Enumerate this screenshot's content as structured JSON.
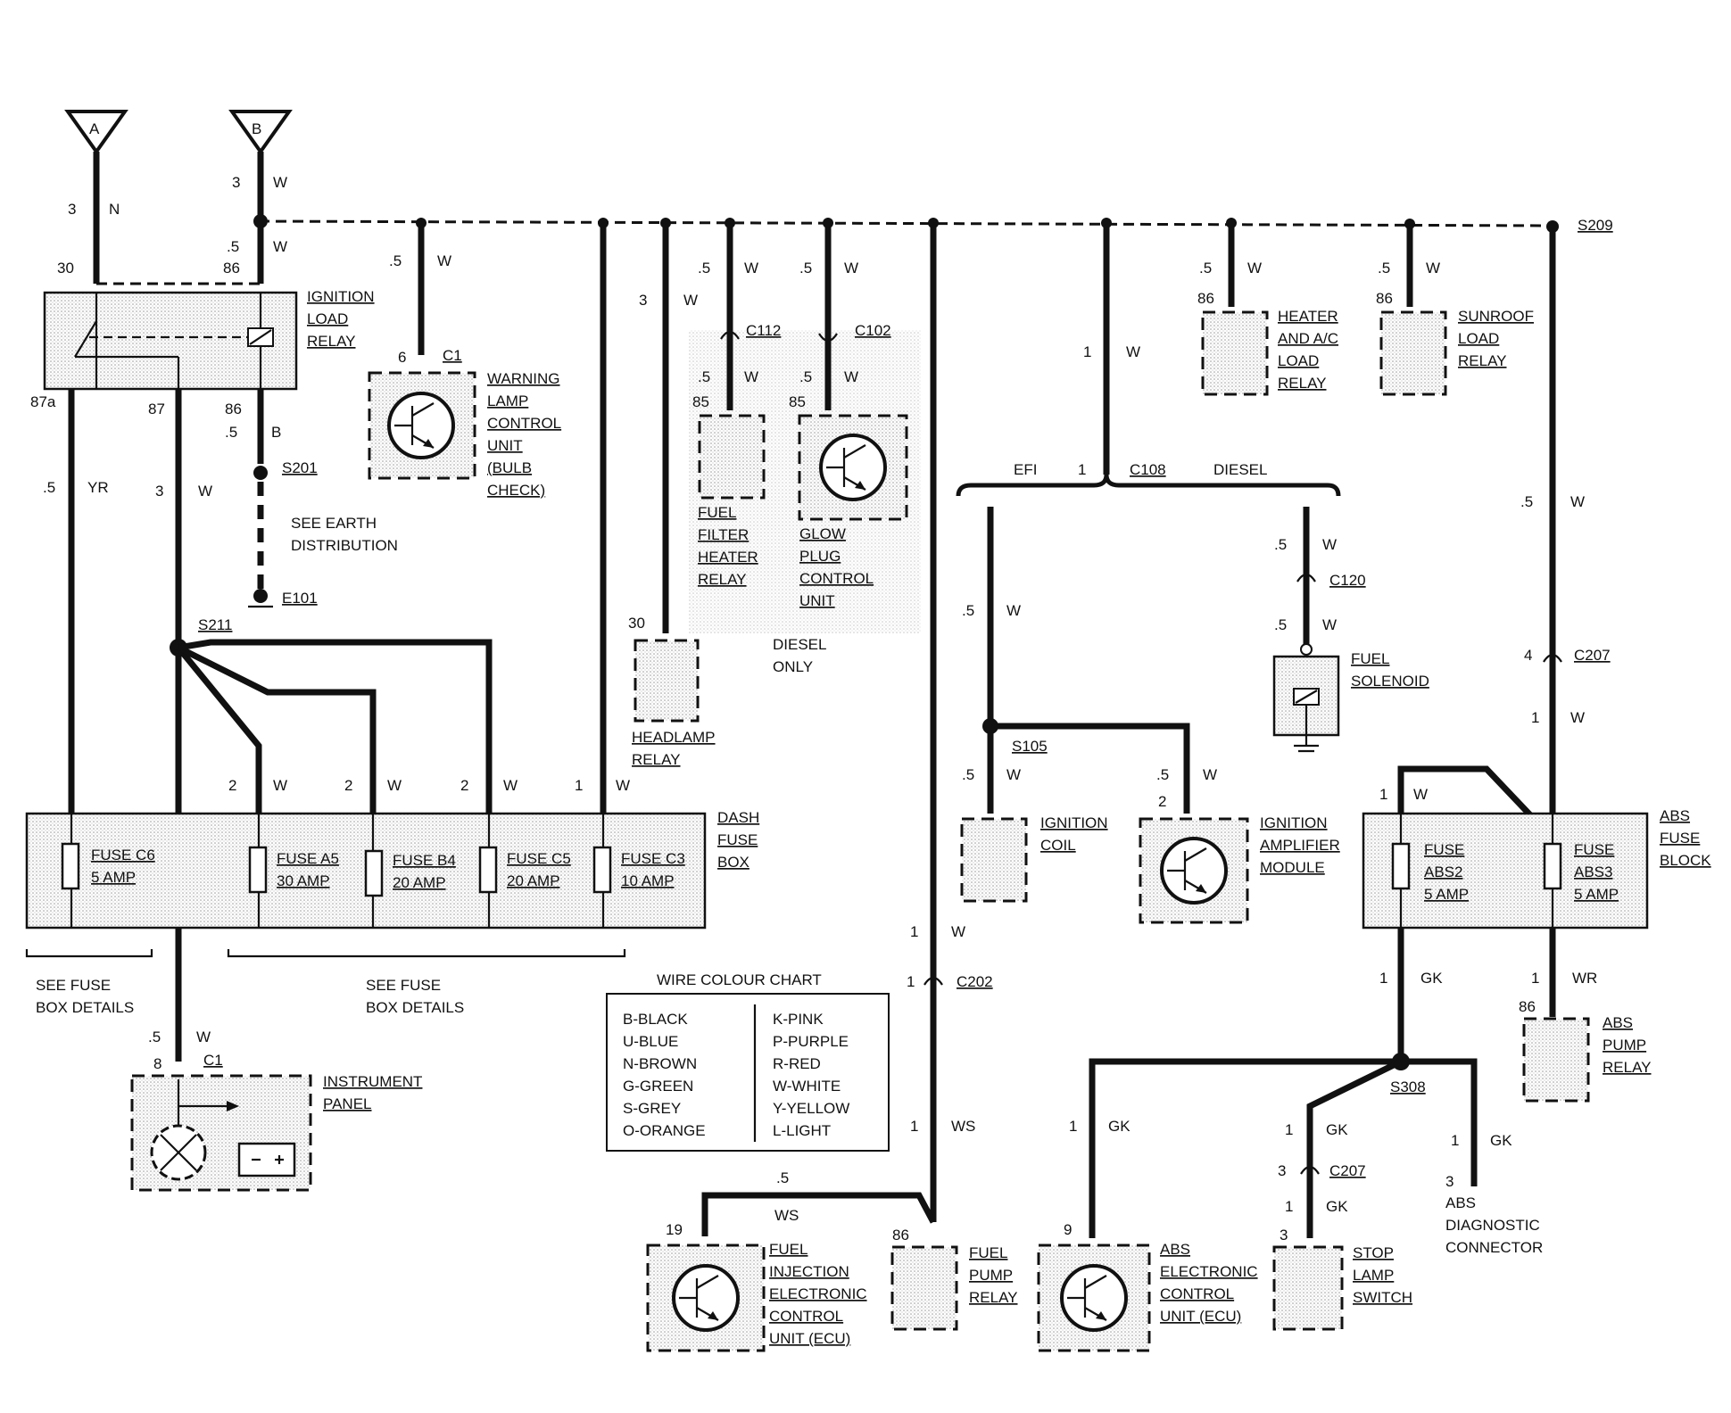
{
  "connectors": {
    "a": "A",
    "b": "B"
  },
  "labels": {
    "l_a_3": "3",
    "l_a_N": "N",
    "l_b_3": "3",
    "l_b_W": "W",
    "l_b_5": ".5",
    "l_b_W2": "W",
    "l_30": "30",
    "l_86_top": "86",
    "l_87a": "87a",
    "l_87": "87",
    "l_86_bot": "86",
    "l_yr_5": ".5",
    "l_yr": "YR",
    "l_87_3": "3",
    "l_87_W": "W",
    "l_86b_5": ".5",
    "l_86b_B": "B",
    "l_s201": "S201",
    "l_e101": "E101",
    "l_s211": "S211",
    "l_wl_5": ".5",
    "l_wl_W": "W",
    "l_wl_6": "6",
    "l_wl_C1": "C1",
    "l_c3_3": "3",
    "l_c3_W": "W",
    "l_ff_5": ".5",
    "l_ff_W": "W",
    "l_c112": "C112",
    "l_ff_5b": ".5",
    "l_ff_Wb": "W",
    "l_ff_85": "85",
    "l_gp_5": ".5",
    "l_gp_W": "W",
    "l_c102": "C102",
    "l_gp_5b": ".5",
    "l_gp_Wb": "W",
    "l_gp_85": "85",
    "l_hl_30": "30",
    "l_diesel_only": "DIESEL\nONLY",
    "l_c108_1": "1",
    "l_c108_W": "W",
    "l_efi": "EFI",
    "l_c108_pin": "1",
    "l_c108": "C108",
    "l_diesel": "DIESEL",
    "l_ha_5": ".5",
    "l_ha_W": "W",
    "l_ha_86": "86",
    "l_sr_5": ".5",
    "l_sr_W": "W",
    "l_sr_86": "86",
    "l_s209": "S209",
    "l_efi_5": ".5",
    "l_efi_W": "W",
    "l_fs_5": ".5",
    "l_fs_W": "W",
    "l_c120": "C120",
    "l_fs_5b": ".5",
    "l_fs_Wb": "W",
    "l_s105": "S105",
    "l_ic_5": ".5",
    "l_ic_W": "W",
    "l_ia_5": ".5",
    "l_ia_W": "W",
    "l_ia_2": "2",
    "l_abs_5": ".5",
    "l_abs_W": "W",
    "l_c207_4": "4",
    "l_c207": "C207",
    "l_abs_1": "1",
    "l_abs_W2": "W",
    "l_absb_1": "1",
    "l_absb_W": "W",
    "l_a5_2": "2",
    "l_a5_W": "W",
    "l_b4_2": "2",
    "l_b4_W": "W",
    "l_c5_2": "2",
    "l_c5_W": "W",
    "l_c3b_1": "1",
    "l_c3b_W": "W",
    "l_ip_5": ".5",
    "l_ip_W": "W",
    "l_ip_8": "8",
    "l_ip_C1": "C1",
    "l_fp_1": "1",
    "l_fp_W": "W",
    "l_c202_1": "1",
    "l_c202": "C202",
    "l_fp_1b": "1",
    "l_fp_WS": "WS",
    "l_ws_5": ".5",
    "l_ws": "WS",
    "l_ecu_19": "19",
    "l_fpr_86": "86",
    "l_gk_1": "1",
    "l_gk": "GK",
    "l_wr_1": "1",
    "l_wr": "WR",
    "l_apr_86": "86",
    "l_s308": "S308",
    "l_abse_1": "1",
    "l_abse_GK": "GK",
    "l_abse_9": "9",
    "l_sl_1": "1",
    "l_sl_GK": "GK",
    "l_sl_3": "3",
    "l_c207b": "C207",
    "l_sl_1b": "1",
    "l_sl_GKb": "GK",
    "l_sl_3b": "3",
    "l_diag_1": "1",
    "l_diag_GK": "GK",
    "l_diag_3": "3"
  },
  "components": {
    "ignition_load_relay": "IGNITION\nLOAD\nRELAY",
    "see_earth": "SEE EARTH\nDISTRIBUTION",
    "warning_lamp": "WARNING\nLAMP\nCONTROL\nUNIT\n(BULB\nCHECK)",
    "fuel_filter": "FUEL\nFILTER\nHEATER\nRELAY",
    "glow_plug": "GLOW\nPLUG\nCONTROL\nUNIT",
    "headlamp": "HEADLAMP\nRELAY",
    "heater_ac": "HEATER\nAND A/C\nLOAD\nRELAY",
    "sunroof": "SUNROOF\nLOAD\nRELAY",
    "fuel_solenoid": "FUEL\nSOLENOID",
    "ignition_coil": "IGNITION\nCOIL",
    "ignition_amp": "IGNITION\nAMPLIFIER\nMODULE",
    "dash_fuse_box": "DASH\nFUSE\nBOX",
    "abs_fuse_block": "ABS\nFUSE\nBLOCK",
    "see_fuse_1": "SEE FUSE\nBOX DETAILS",
    "see_fuse_2": "SEE FUSE\nBOX DETAILS",
    "instrument_panel": "INSTRUMENT\nPANEL",
    "fuel_injection": "FUEL\nINJECTION\nELECTRONIC\nCONTROL\nUNIT (ECU)",
    "fuel_pump": "FUEL\nPUMP\nRELAY",
    "abs_ecu": "ABS\nELECTRONIC\nCONTROL\nUNIT (ECU)",
    "stop_lamp": "STOP\nLAMP\nSWITCH",
    "abs_diag": "ABS\nDIAGNOSTIC\nCONNECTOR",
    "abs_pump": "ABS\nPUMP\nRELAY"
  },
  "fuses": {
    "c6": "FUSE C6\n5 AMP",
    "a5": "FUSE A5\n30 AMP",
    "b4": "FUSE B4\n20 AMP",
    "c5": "FUSE C5\n20 AMP",
    "c3": "FUSE C3\n10 AMP",
    "abs2": "FUSE\nABS2\n5 AMP",
    "abs3": "FUSE\nABS3\n5 AMP"
  },
  "wire_colour_chart": {
    "title": "WIRE COLOUR CHART",
    "left": [
      "B-BLACK",
      "U-BLUE",
      "N-BROWN",
      "G-GREEN",
      "S-GREY",
      "O-ORANGE"
    ],
    "right": [
      "K-PINK",
      "P-PURPLE",
      "R-RED",
      "W-WHITE",
      "Y-YELLOW",
      "L-LIGHT"
    ]
  }
}
